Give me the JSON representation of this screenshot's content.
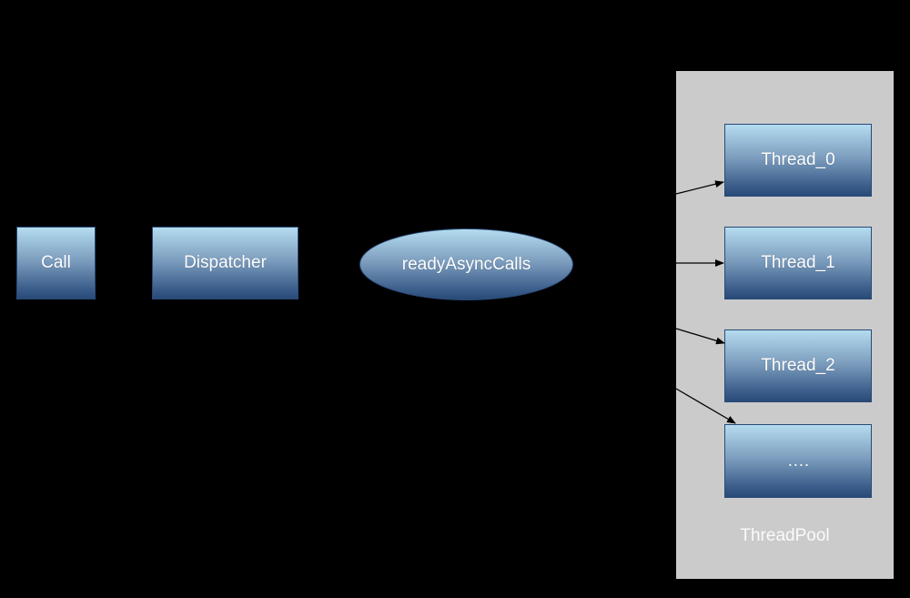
{
  "nodes": {
    "call": "Call",
    "dispatcher": "Dispatcher",
    "ready_async_calls": "readyAsyncCalls"
  },
  "thread_pool": {
    "label": "ThreadPool",
    "threads": [
      "Thread_0",
      "Thread_1",
      "Thread_2",
      "…."
    ]
  },
  "colors": {
    "pool_bg": "#cbcbcb",
    "node_dark": "#284a78",
    "node_light": "#b4dcef"
  }
}
